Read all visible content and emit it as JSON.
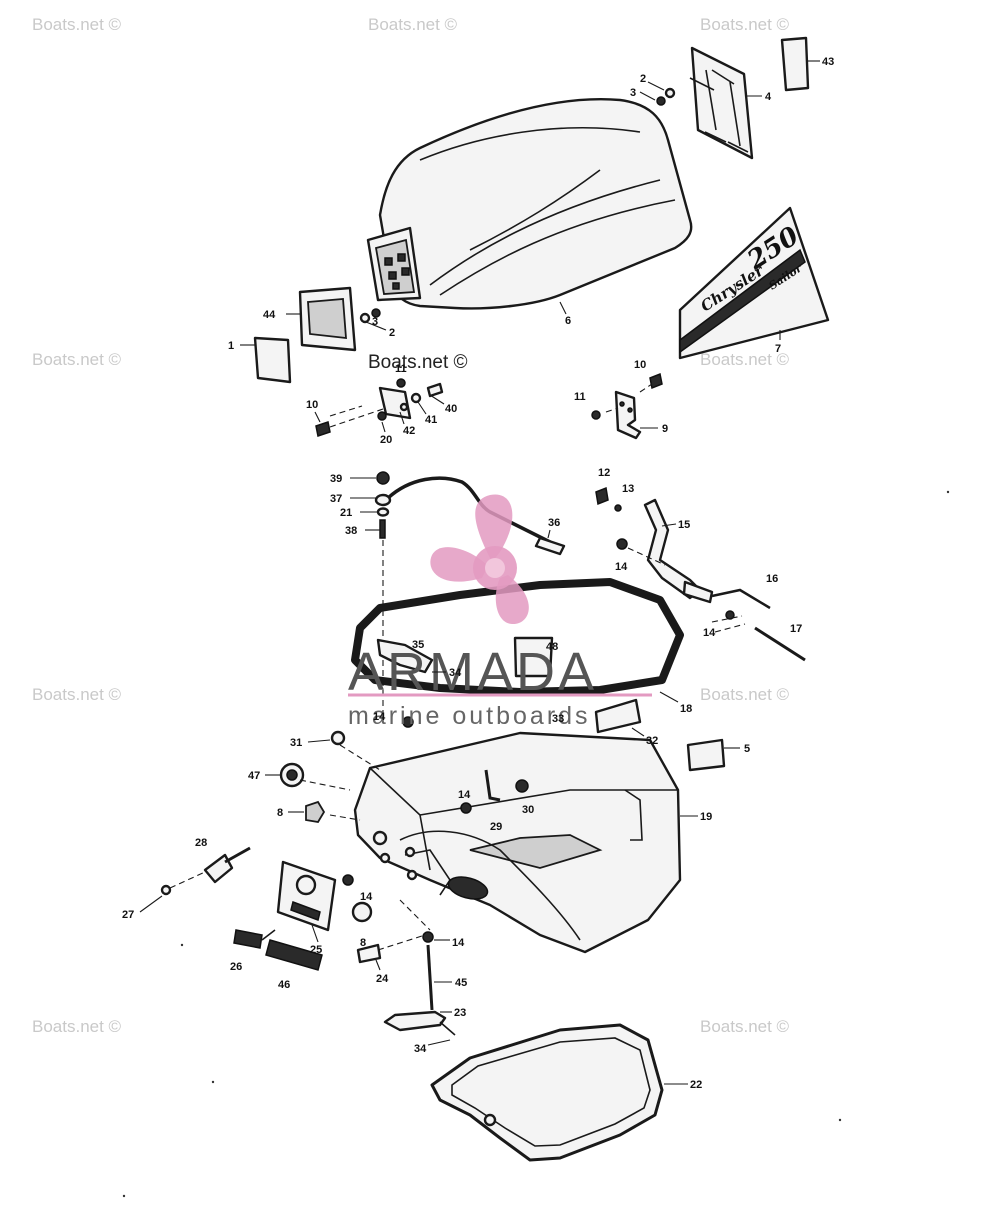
{
  "watermark_text": "Boats.net ©",
  "watermark_inline": "Boats.net ©",
  "logo": {
    "name": "ARMADA",
    "tagline": "marine outboards",
    "accent_color": "#e39ac1",
    "text_color": "#555555"
  },
  "decal": {
    "brand": "Chrysler",
    "model_number": "250",
    "model_name": "Sailor"
  },
  "callouts": {
    "c1": "1",
    "c2a": "2",
    "c2b": "2",
    "c3a": "3",
    "c3b": "3",
    "c4": "4",
    "c5": "5",
    "c6": "6",
    "c7": "7",
    "c8a": "8",
    "c8b": "8",
    "c9": "9",
    "c10a": "10",
    "c10b": "10",
    "c11a": "11",
    "c11b": "11",
    "c12": "12",
    "c13": "13",
    "c14a": "14",
    "c14b": "14",
    "c14c": "14",
    "c14d": "14",
    "c14e": "14",
    "c14f": "14",
    "c15": "15",
    "c16": "16",
    "c17": "17",
    "c18": "18",
    "c19": "19",
    "c20": "20",
    "c21": "21",
    "c22": "22",
    "c23": "23",
    "c24": "24",
    "c25": "25",
    "c26": "26",
    "c27": "27",
    "c28": "28",
    "c29": "29",
    "c30": "30",
    "c31": "31",
    "c32": "32",
    "c33": "33",
    "c34a": "34",
    "c34b": "34",
    "c35": "35",
    "c36": "36",
    "c37": "37",
    "c38": "38",
    "c39": "39",
    "c40": "40",
    "c41": "41",
    "c42": "42",
    "c43": "43",
    "c44": "44",
    "c45": "45",
    "c46": "46",
    "c47": "47",
    "c48": "48"
  }
}
